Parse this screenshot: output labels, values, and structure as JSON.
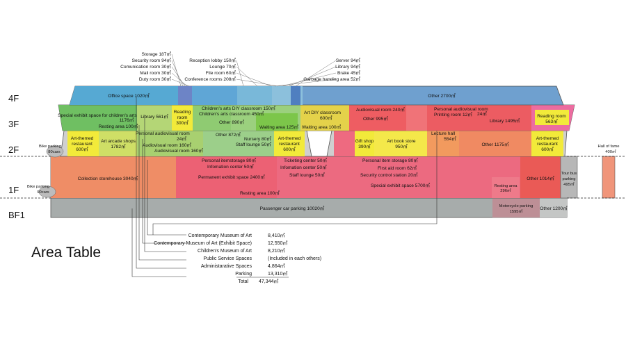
{
  "floors": [
    "4F",
    "3F",
    "2F",
    "1F",
    "BF1"
  ],
  "callouts_left": [
    "Storage 187㎡",
    "Security room 94㎡",
    "Comunication room 30㎡",
    "Mail room 30㎡",
    "Duty room 30㎡"
  ],
  "callouts_mid": [
    "Reception lobby 150㎡",
    "Lounge 70㎡",
    "File room 60㎡",
    "Conference rooms 208㎡"
  ],
  "callouts_right": [
    "Server 94㎡",
    "Library 94㎡",
    "Brake 45㎡",
    "Garbage handing area 52㎡"
  ],
  "floor4": {
    "office": "Office space 1020㎡",
    "other": "Other 2700㎡"
  },
  "floor3": {
    "special_exhibit_children_1": "Special exhibit space for children's arts",
    "special_exhibit_children_2": "1176㎡",
    "resting_area_left": "Resting area 100㎡",
    "library_left": "Library 561㎡",
    "reading_room_left_1": "Reading",
    "reading_room_left_2": "room",
    "reading_room_left_3": "300㎡",
    "children_diy": "Children's arts DIY classroom 150㎡",
    "children_classroom": "Children's arts classroom 450㎡",
    "other_mid": "Other 890㎡",
    "waiting_left": "Waiting area 125㎡",
    "art_diy_1": "Art DIY classroom",
    "art_diy_2": "600㎡",
    "waiting_right": "Waiting area 100㎡",
    "audiovisual_right": "Audiovisual room 240㎡",
    "other_995": "Other 995㎡",
    "personal_av": "Personal audiovisual room",
    "personal_av_2": "24㎡",
    "printing_room": "Printing room 12㎡",
    "library_right": "Library 1495㎡",
    "reading_room_right_1": "Reading room",
    "reading_room_right_2": "563㎡"
  },
  "floor2": {
    "art_restaurant_left_1": "Art-themed",
    "art_restaurant_left_2": "restaurant",
    "art_restaurant_left_3": "600㎡",
    "arcade_1": "Art arcade shops",
    "arcade_2": "1782㎡",
    "personal_av_1": "Personal audiovisual room",
    "personal_av_2": "24㎡",
    "audiovisual_1": "Audiovisual room 160㎡",
    "audiovisual_2": "Audiovisual room 160㎡",
    "other_872": "Other 872㎡",
    "nursery": "Nursery 80㎡",
    "staff_lounge": "Staff lounge 50㎡",
    "art_restaurant_mid_1": "Art-themed",
    "art_restaurant_mid_2": "restaurant",
    "art_restaurant_mid_3": "600㎡",
    "gift_shop_1": "Gift shop",
    "gift_shop_2": "390㎡",
    "art_book_1": "Art book store",
    "art_book_2": "950㎡",
    "lecture_hall_1": "Lecture hall",
    "lecture_hall_2": "554㎡",
    "other_1175": "Other 1175㎡",
    "art_restaurant_right_1": "Art-themed",
    "art_restaurant_right_2": "restaurant",
    "art_restaurant_right_3": "600㎡",
    "bike_parking_1": "Bike parking",
    "bike_parking_2": "80cars",
    "hall_of_fame_1": "Hall of fame",
    "hall_of_fame_2": "400㎡"
  },
  "floor1": {
    "collection": "Collection storehouse 3040㎡",
    "personal_item_storage_left": "Personal itemstorage 80㎡",
    "information_left": "Infomation center 50㎡",
    "permanent": "Permanent exhibit space 2400㎡",
    "ticketing": "Ticketing center 50㎡",
    "information_mid": "Infomation center 50㎡",
    "staff_lounge": "Staff lounge 50㎡",
    "personal_item_storage_right": "Personal item storage 80㎡",
    "first_aid": "First aid room 62㎡",
    "security_control": "Security control station 20㎡",
    "special_exhibit": "Special exhibit space 5700㎡",
    "resting_area": "Resting area 100㎡",
    "resting_area_right_1": "Resting area",
    "resting_area_right_2": "296㎡",
    "other_1014": "Other 1014㎡",
    "tour_bus_1": "Tour bus",
    "tour_bus_2": "parking",
    "tour_bus_3": "495㎡",
    "bike_parking_1": "Bike parking",
    "bike_parking_2": "90cars"
  },
  "basement": {
    "passenger": "Passenger car parking 10020㎡",
    "motorcycle_1": "Motorcycle parking",
    "motorcycle_2": "1595㎡",
    "other": "Other 1200㎡"
  },
  "area_table": {
    "title": "Area Table",
    "rows": [
      {
        "label": "Contemporary Museum of Art",
        "value": "8,410㎡"
      },
      {
        "label": "Contemporary Museum of Art (Exhibit Space)",
        "value": "12,550㎡"
      },
      {
        "label": "Children's Museum of Art",
        "value": "8,210㎡"
      },
      {
        "label": "Public Service Spaces",
        "value": "(Included in each others)"
      },
      {
        "label": "Administarative Spaces",
        "value": "4,864㎡"
      },
      {
        "label": "Parking",
        "value": "13,310㎡"
      },
      {
        "label": "Total",
        "value": "47,344㎡"
      }
    ]
  },
  "colors": {
    "office": "#5aa4cf",
    "other4f": "#6f9fcf",
    "children": "#7cc26a",
    "green_light": "#b8d878",
    "yellow": "#f2ea3a",
    "orange": "#ee8a5e",
    "red": "#ea5a63",
    "pink": "#ee6a80",
    "gray": "#a8acab",
    "mauve": "#bd8f96"
  }
}
